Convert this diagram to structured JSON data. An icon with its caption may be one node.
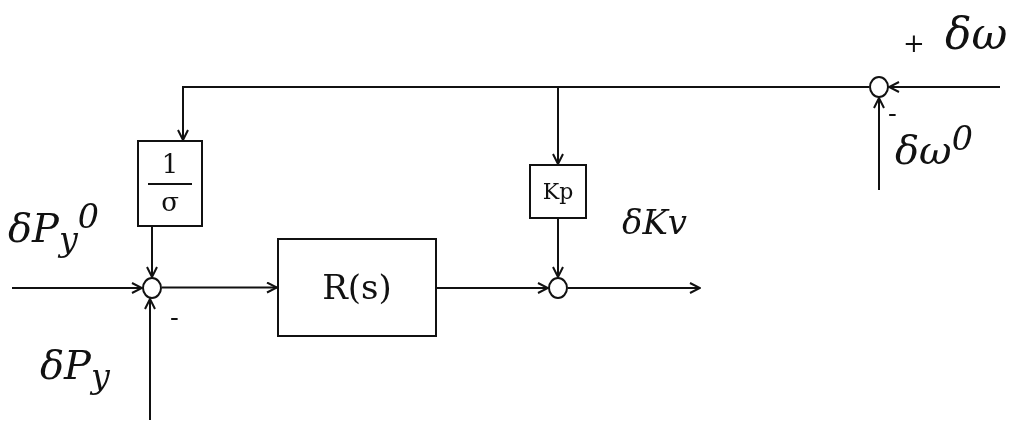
{
  "diagram": {
    "nodes": [
      {
        "text": [],
        "shape": "circle"
      },
      {
        "text": [
          "1",
          "σ"
        ]
      },
      {
        "text": [],
        "shape": "circle"
      },
      {
        "text": [
          "R(s)"
        ]
      },
      {
        "text": [],
        "shape": "circle"
      },
      {
        "text": [
          "Kp"
        ]
      }
    ],
    "edges": [
      {
        "from": null,
        "to": 0,
        "arrow": "to",
        "label": "δω"
      },
      {
        "from": null,
        "to": 0,
        "arrow": "to",
        "label": "δω$^{0}$"
      },
      {
        "from": 0,
        "to": 1,
        "arrow": "to"
      },
      {
        "from": 0,
        "to": 5,
        "arrow": "to"
      },
      {
        "from": 1,
        "to": 2,
        "arrow": "to"
      },
      {
        "from": null,
        "to": 2,
        "arrow": "to",
        "label": "δP$_{y}$$^{0}$"
      },
      {
        "from": null,
        "to": 2,
        "arrow": "to",
        "label": "δP$_{y}$"
      },
      {
        "from": 2,
        "to": 3,
        "arrow": "to"
      },
      {
        "from": 3,
        "to": 4,
        "arrow": "to"
      },
      {
        "from": 5,
        "to": 4,
        "arrow": "to"
      },
      {
        "from": 4,
        "to": null,
        "arrow": "to",
        "label": "δKv"
      }
    ],
    "labels": [
      "+",
      "-",
      "-"
    ]
  }
}
